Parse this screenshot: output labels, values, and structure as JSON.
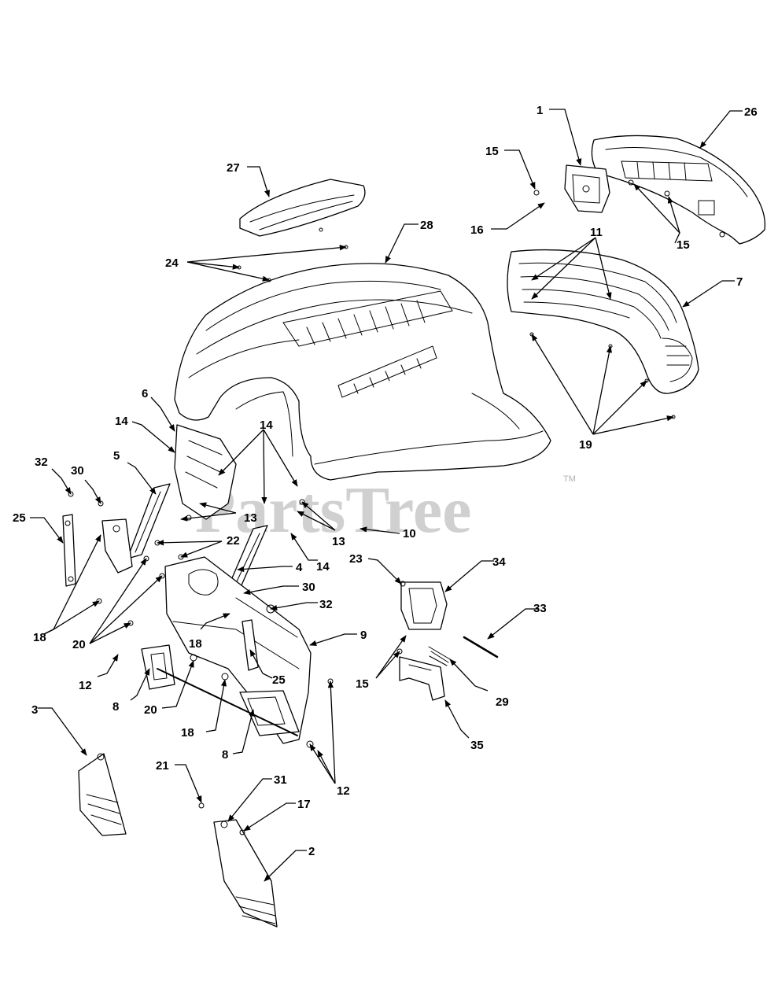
{
  "watermark": {
    "text": "PartsTree",
    "trademark": "TM"
  },
  "callouts": [
    {
      "id": "c1",
      "text": "1"
    },
    {
      "id": "c26",
      "text": "26"
    },
    {
      "id": "c15a",
      "text": "15"
    },
    {
      "id": "c16",
      "text": "16"
    },
    {
      "id": "c15b",
      "text": "15"
    },
    {
      "id": "c27",
      "text": "27"
    },
    {
      "id": "c28",
      "text": "28"
    },
    {
      "id": "c24",
      "text": "24"
    },
    {
      "id": "c11",
      "text": "11"
    },
    {
      "id": "c7",
      "text": "7"
    },
    {
      "id": "c19",
      "text": "19"
    },
    {
      "id": "c6",
      "text": "6"
    },
    {
      "id": "c14a",
      "text": "14"
    },
    {
      "id": "c14b",
      "text": "14"
    },
    {
      "id": "c32a",
      "text": "32"
    },
    {
      "id": "c30a",
      "text": "30"
    },
    {
      "id": "c5",
      "text": "5"
    },
    {
      "id": "c25a",
      "text": "25"
    },
    {
      "id": "c13a",
      "text": "13"
    },
    {
      "id": "c13b",
      "text": "13"
    },
    {
      "id": "c10",
      "text": "10"
    },
    {
      "id": "c22",
      "text": "22"
    },
    {
      "id": "c14c",
      "text": "14"
    },
    {
      "id": "c4",
      "text": "4"
    },
    {
      "id": "c23",
      "text": "23"
    },
    {
      "id": "c34",
      "text": "34"
    },
    {
      "id": "c30b",
      "text": "30"
    },
    {
      "id": "c32b",
      "text": "32"
    },
    {
      "id": "c33",
      "text": "33"
    },
    {
      "id": "c18a",
      "text": "18"
    },
    {
      "id": "c20a",
      "text": "20"
    },
    {
      "id": "c18b",
      "text": "18"
    },
    {
      "id": "c9",
      "text": "9"
    },
    {
      "id": "c12a",
      "text": "12"
    },
    {
      "id": "c15c",
      "text": "15"
    },
    {
      "id": "c25b",
      "text": "25"
    },
    {
      "id": "c29",
      "text": "29"
    },
    {
      "id": "c8a",
      "text": "8"
    },
    {
      "id": "c20b",
      "text": "20"
    },
    {
      "id": "c3",
      "text": "3"
    },
    {
      "id": "c18c",
      "text": "18"
    },
    {
      "id": "c35",
      "text": "35"
    },
    {
      "id": "c8b",
      "text": "8"
    },
    {
      "id": "c21",
      "text": "21"
    },
    {
      "id": "c12b",
      "text": "12"
    },
    {
      "id": "c31",
      "text": "31"
    },
    {
      "id": "c17",
      "text": "17"
    },
    {
      "id": "c2",
      "text": "2"
    }
  ]
}
